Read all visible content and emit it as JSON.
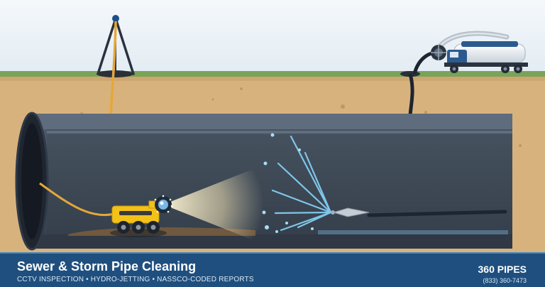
{
  "banner": {
    "title": "Sewer & Storm Pipe Cleaning",
    "subtitle": "CCTV INSPECTION • HYDRO-JETTING • NASSCO-CODED REPORTS",
    "brand": "360 PIPES",
    "phone": "(833) 360-7473"
  },
  "icons": {
    "tripod": "tripod-winch-icon",
    "truck": "vacuum-truck-icon",
    "crawler": "cctv-crawler-robot-icon",
    "nozzle": "jetting-nozzle-icon"
  },
  "colors": {
    "sky": "#e6eef5",
    "grass": "#7aa35a",
    "soil": "#d6b07b",
    "pipe": "#4a5767",
    "pipe_inner": "#3c4756",
    "cable": "#e4a73a",
    "crawler": "#f2c21b",
    "water_jet": "#7fc6ea",
    "banner": "#1f4f7e"
  }
}
